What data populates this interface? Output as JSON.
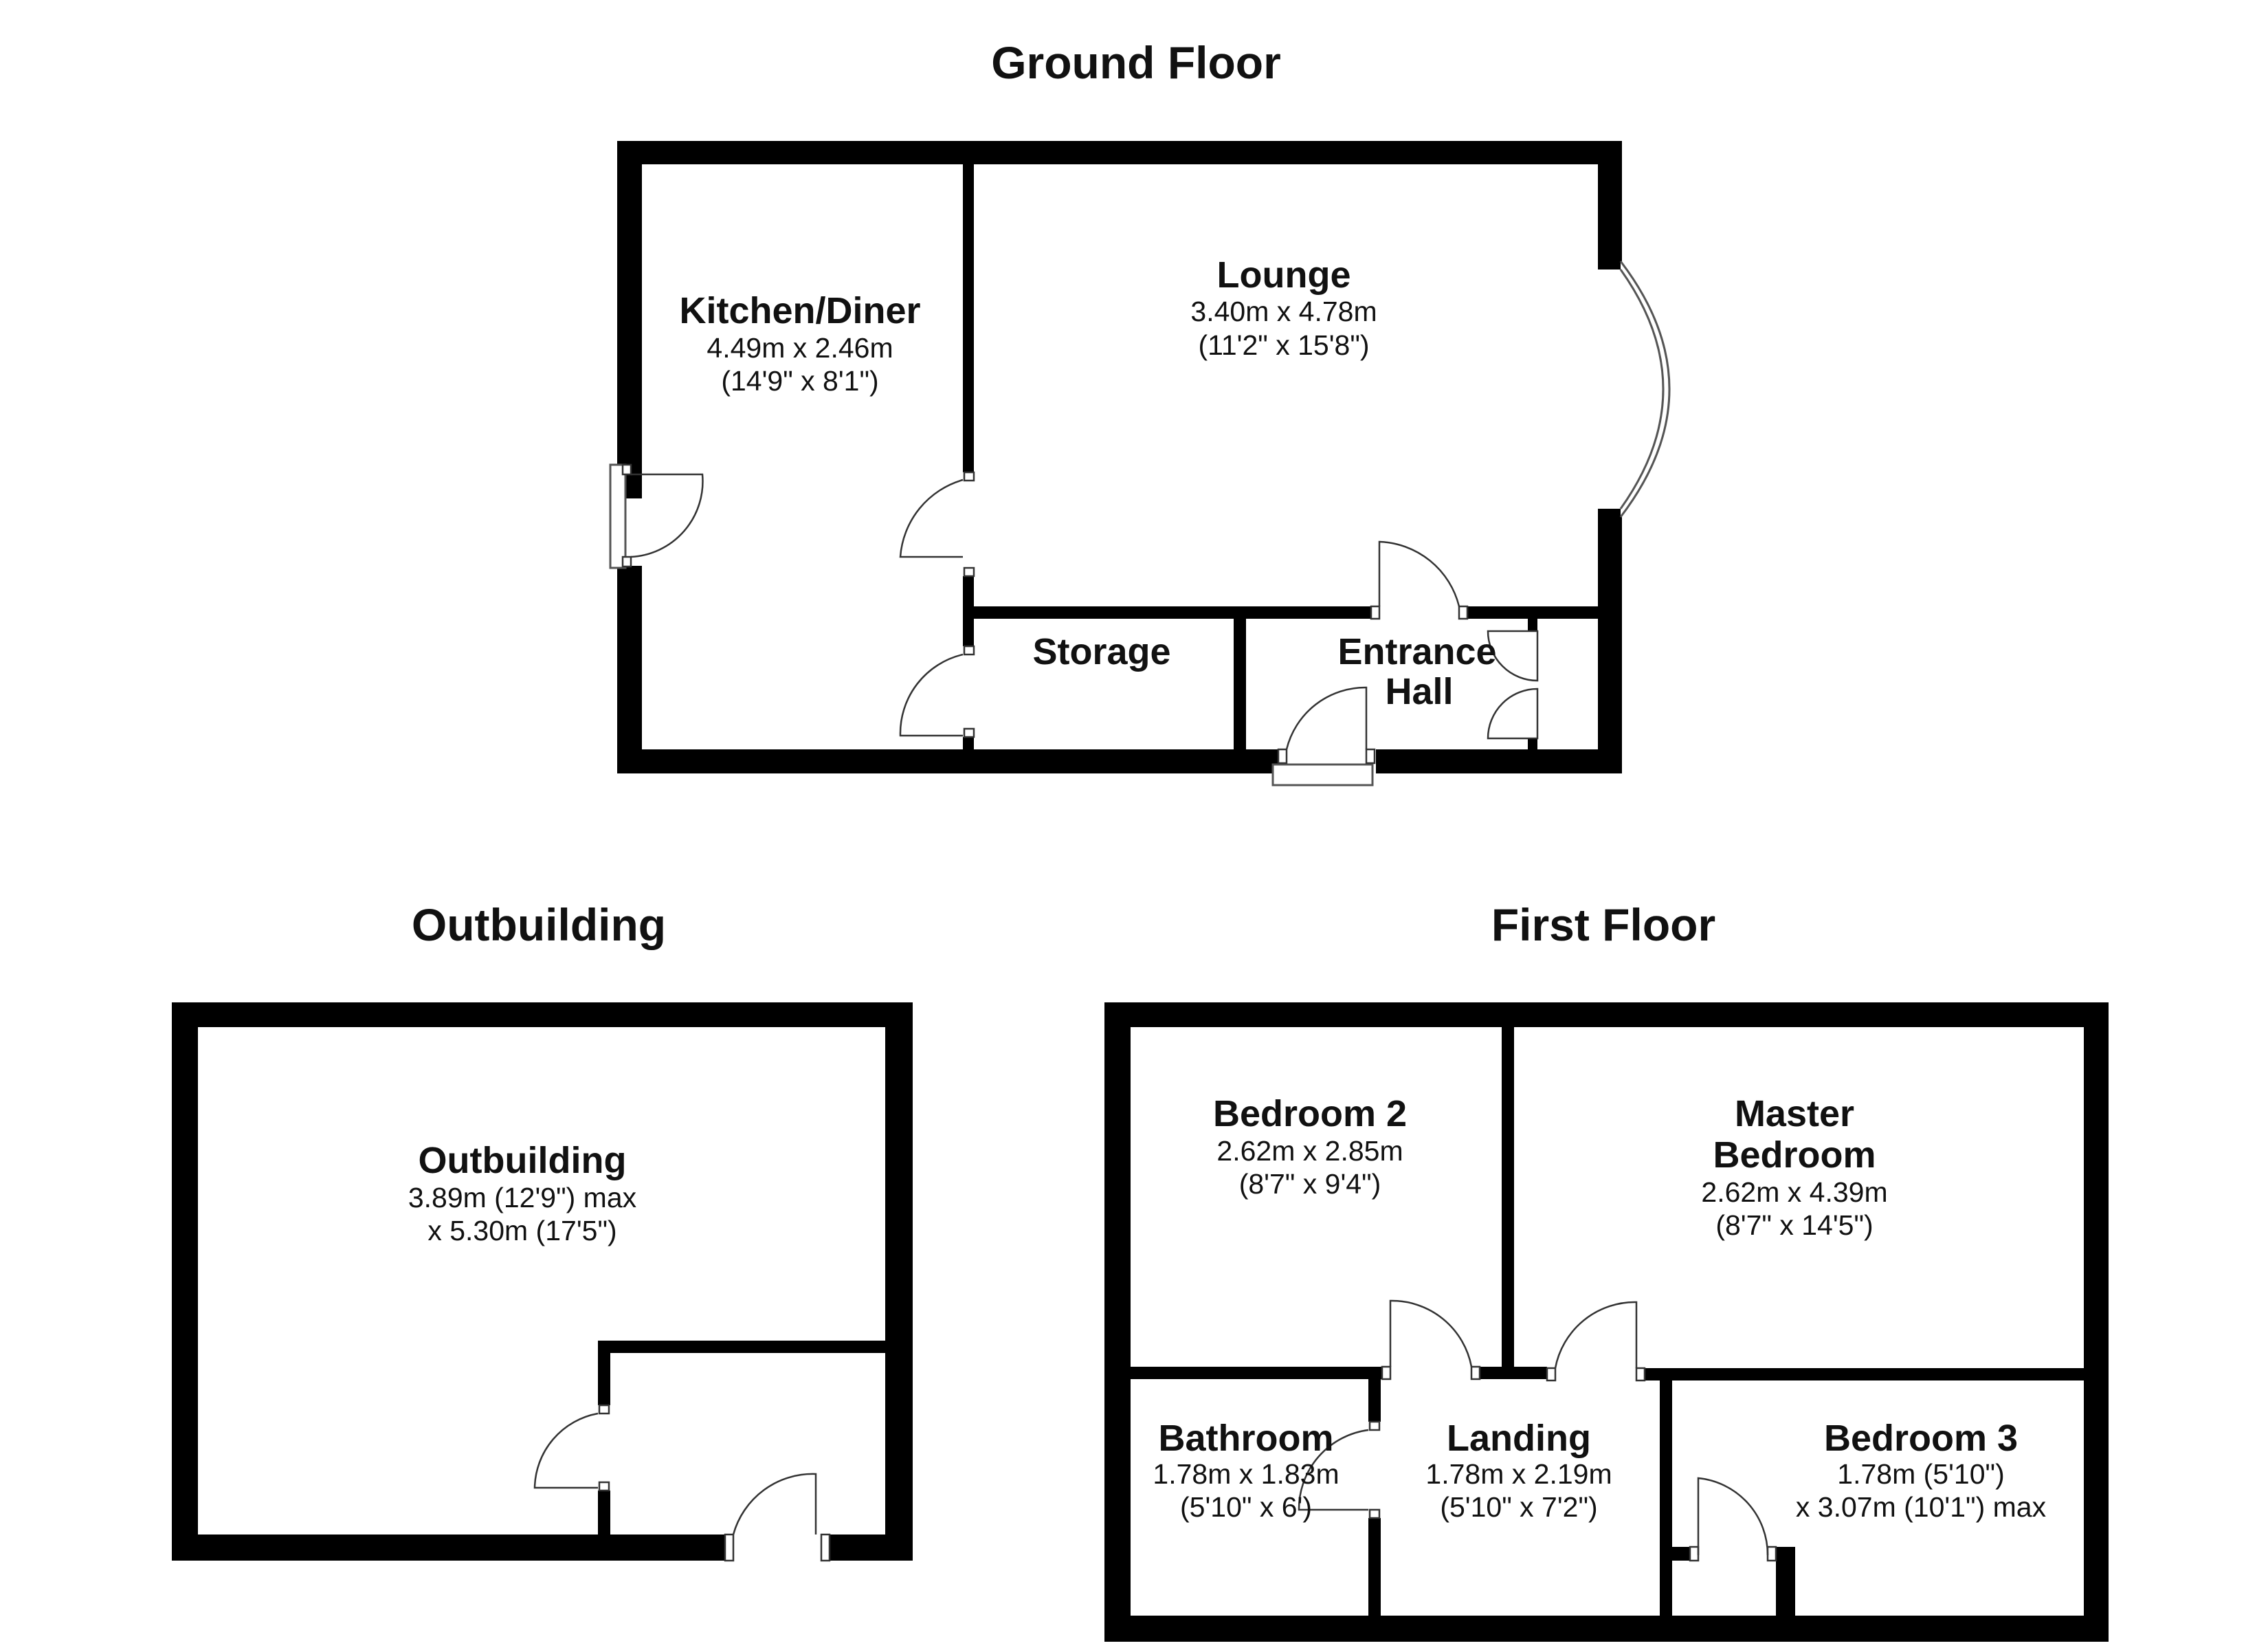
{
  "floors": {
    "ground": {
      "title": "Ground Floor",
      "kitchen": {
        "name": "Kitchen/Diner",
        "dim1": "4.49m x 2.46m",
        "dim2": "(14'9\" x 8'1\")"
      },
      "lounge": {
        "name": "Lounge",
        "dim1": "3.40m x 4.78m",
        "dim2": "(11'2\" x 15'8\")"
      },
      "storage": {
        "name": "Storage"
      },
      "hall": {
        "name1": "Entrance",
        "name2": "Hall"
      }
    },
    "outbuilding": {
      "title": "Outbuilding",
      "room": {
        "name": "Outbuilding",
        "dim1": "3.89m (12'9\") max",
        "dim2": "x 5.30m (17'5\")"
      }
    },
    "first": {
      "title": "First Floor",
      "bedroom2": {
        "name": "Bedroom 2",
        "dim1": "2.62m x 2.85m",
        "dim2": "(8'7\" x 9'4\")"
      },
      "master": {
        "name1": "Master",
        "name2": "Bedroom",
        "dim1": "2.62m x 4.39m",
        "dim2": "(8'7\" x 14'5\")"
      },
      "bathroom": {
        "name": "Bathroom",
        "dim1": "1.78m x 1.83m",
        "dim2": "(5'10\" x 6')"
      },
      "landing": {
        "name": "Landing",
        "dim1": "1.78m x 2.19m",
        "dim2": "(5'10\" x 7'2\")"
      },
      "bedroom3": {
        "name": "Bedroom 3",
        "dim1": "1.78m (5'10\")",
        "dim2": "x 3.07m (10'1\") max"
      }
    }
  }
}
